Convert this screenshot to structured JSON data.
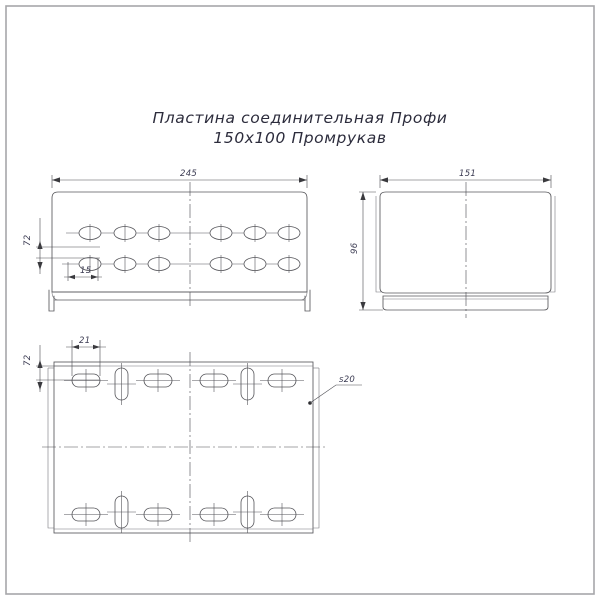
{
  "drawing": {
    "title_line1": "Пластина соединительная Профи",
    "title_line2": "150х100 Промрукав",
    "frame": {
      "stroke": "#a6a6aa"
    },
    "line_color": "#58585c",
    "text_color": "#3b3b52"
  },
  "views": {
    "front": {
      "name": "front-elevation-view",
      "dimensions": {
        "overall_width": "245",
        "edge_offset_vertical": "72",
        "hole_pitch": "15"
      },
      "hole_rows": 2,
      "holes_per_row": 6
    },
    "side": {
      "name": "side-elevation-view",
      "dimensions": {
        "overall_width": "151",
        "overall_height": "96"
      }
    },
    "plan": {
      "name": "plan-view",
      "dimensions": {
        "hole_pitch": "21",
        "edge_offset_vertical": "72",
        "thickness_callout": "s20"
      },
      "hole_rows": 2,
      "holes_per_row": 6
    }
  }
}
